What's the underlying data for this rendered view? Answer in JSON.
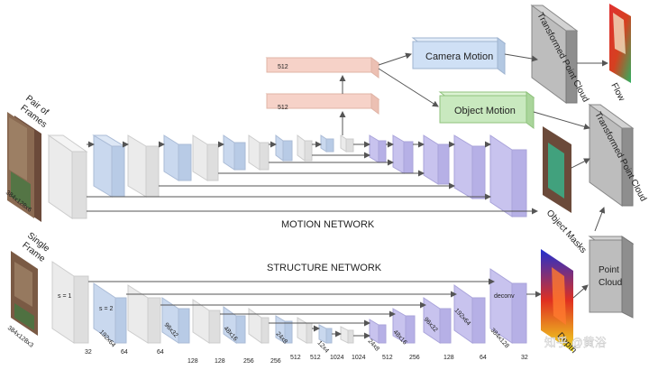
{
  "top": {
    "input_label_line1": "Pair of",
    "input_label_line2": "Frames",
    "input_size": "384x128x6",
    "network_label": "MOTION NETWORK",
    "fc1": "512",
    "fc2": "512",
    "camera_motion": "Camera Motion",
    "object_motion": "Object Motion",
    "transformed_pc_top": "Transformed Point Cloud",
    "flow": "Flow",
    "transformed_pc_right": "Transformed Point Cloud",
    "object_masks": "Object Masks"
  },
  "bottom": {
    "input_label_line1": "Single",
    "input_label_line2": "Frame",
    "input_size": "384x128x3",
    "network_label": "STRUCTURE NETWORK",
    "s1": "s = 1",
    "s2": "s = 2",
    "deconv": "deconv",
    "point_cloud_line1": "Point",
    "point_cloud_line2": "Cloud",
    "depth": "Depth",
    "dims": [
      "32",
      "192x64",
      "64",
      "96x32",
      "64",
      "128",
      "48x16",
      "128",
      "256",
      "24x8",
      "256",
      "512",
      "12x4",
      "512",
      "1024",
      "1024",
      "24x8",
      "512",
      "48x16",
      "256",
      "96x32",
      "128",
      "192x64",
      "64",
      "384x128",
      "32"
    ]
  },
  "watermark": "知乎 @黄浴",
  "colors": {
    "gray_block": "#ececec",
    "blue_block": "#c9d8ee",
    "purple_block": "#c8c3ee",
    "fc_block": "#f6d2c8",
    "camera_box": "#cfe0f5",
    "object_box": "#c9e9bf",
    "dark_box": "#999999",
    "arrow": "#555555"
  }
}
